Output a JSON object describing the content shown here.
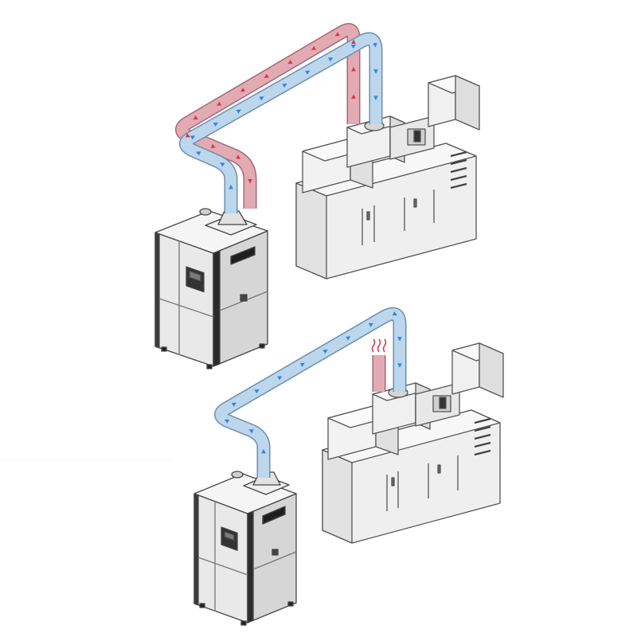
{
  "figure": {
    "panels": [
      {
        "id": "closed-loop",
        "supply_duct": "blue",
        "return_duct": "red"
      },
      {
        "id": "open-loop",
        "supply_duct": "blue",
        "vent": "red",
        "exhaust_heat": true
      }
    ]
  },
  "colors": {
    "supply_duct": "#bcd6ec",
    "supply_duct_edge": "#6d8fb0",
    "supply_arrow": "#2e86de",
    "return_duct": "#e2aab3",
    "return_duct_edge": "#a36a74",
    "return_arrow": "#d9364a",
    "machine_body": "#ececec",
    "machine_edge": "#555555",
    "cabinet_panel": "#e4e4e4",
    "cabinet_dark": "#2b2b2b",
    "background": "#ffffff"
  },
  "icons": {
    "heat": "heat-wave-icon",
    "arrow": "flow-arrow-icon"
  }
}
